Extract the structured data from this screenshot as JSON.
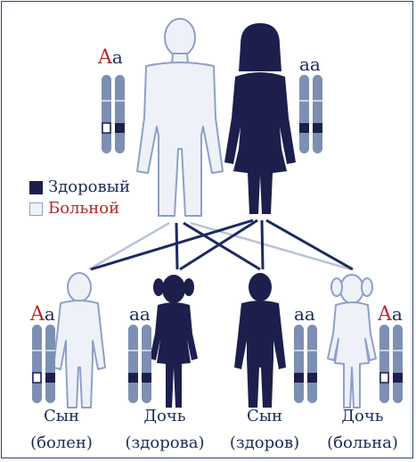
{
  "legend": {
    "healthy_label": "Здоровый",
    "sick_label": "Больной",
    "colors": {
      "healthy": "#1c1f4c",
      "sick": "#eef1f8"
    }
  },
  "parents": {
    "father": {
      "genotype_dominant": "A",
      "genotype_recessive": "a",
      "status": "sick"
    },
    "mother": {
      "genotype_dominant": "",
      "genotype_recessive": "aa",
      "status": "healthy"
    }
  },
  "children": [
    {
      "genotype_dominant": "A",
      "genotype_recessive": "a",
      "name": "Сын",
      "state": "(болен)",
      "status": "sick"
    },
    {
      "genotype_dominant": "",
      "genotype_recessive": "aa",
      "name": "Дочь",
      "state": "(здорова)",
      "status": "healthy"
    },
    {
      "genotype_dominant": "",
      "genotype_recessive": "aa",
      "name": "Сын",
      "state": "(здоров)",
      "status": "healthy"
    },
    {
      "genotype_dominant": "A",
      "genotype_recessive": "a",
      "name": "Дочь",
      "state": "(больна)",
      "status": "sick"
    }
  ],
  "colors": {
    "dark_figure": "#1c1f4c",
    "light_figure": "#eef1f8",
    "outline": "#8ea0c6",
    "chromosome": "#7d8fb3",
    "dominant_text": "#b42a2a",
    "text": "#1d2a55"
  }
}
